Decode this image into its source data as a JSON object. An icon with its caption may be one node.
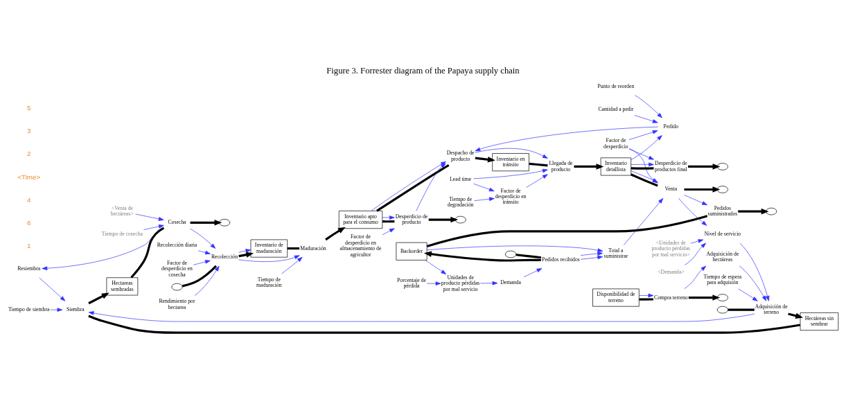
{
  "diagram": {
    "title": "Figure 3. Forrester diagram of the Papaya supply chain",
    "nodes": [
      {
        "text": [
          "Resiembra"
        ]
      },
      {
        "text": [
          "Tiempo de siembra"
        ]
      },
      {
        "text": [],
        "shape": "cloud"
      },
      {
        "text": [
          "Cosecha"
        ]
      },
      {
        "text": [
          "Hectareas sembradas"
        ]
      },
      {
        "text": [
          "Siembra"
        ]
      },
      {
        "text": [
          "Hectáreas sin sembrar"
        ]
      },
      {
        "text": [
          "<Venta de hectáreas>"
        ]
      },
      {
        "text": [
          "Tiempo de cosecha"
        ]
      },
      {
        "text": [
          "Factor de desperdicio en cosecha"
        ]
      },
      {
        "text": [
          "Compra terreno"
        ]
      },
      {
        "text": [],
        "shape": "cloud"
      },
      {
        "text": [
          "Disponibilidad de terreno"
        ]
      },
      {
        "text": [
          "Tiempo de espera para adquisión"
        ]
      },
      {
        "text": [
          "Adquisición de hectáreas"
        ]
      },
      {
        "text": [
          "Adquisición de terreno"
        ]
      },
      {
        "text": [],
        "shape": "cloud"
      },
      {
        "text": [
          "Factor de desperdicio"
        ]
      },
      {
        "text": [
          "Punto de reorden"
        ]
      },
      {
        "text": [
          "Cantidad a pedir"
        ]
      },
      {
        "text": [
          "Pedido"
        ]
      },
      {
        "text": [],
        "shape": "cloud"
      },
      {
        "text": [
          "Desperdicio de productos final"
        ]
      },
      {
        "text": [
          "Nivel de servicio"
        ]
      },
      {
        "text": [
          "<Unidades de producto pérdidas por mal servicio>"
        ]
      },
      {
        "text": [
          "<Demanda>"
        ]
      },
      {
        "text": [],
        "shape": "cloud"
      },
      {
        "text": [
          "Recolección"
        ]
      },
      {
        "text": [
          "Inventario de maduración"
        ]
      },
      {
        "text": [
          "Maduración"
        ]
      },
      {
        "text": [
          "Inventario apto para el consumo"
        ]
      },
      {
        "text": [
          "Despacho de producto"
        ]
      },
      {
        "text": [
          "Inventario en tránsito"
        ]
      },
      {
        "text": [
          "Llegada de producto"
        ]
      },
      {
        "text": [
          "Inventario detallista"
        ]
      },
      {
        "text": [
          "Venta"
        ]
      },
      {
        "text": [],
        "shape": "cloud"
      },
      {
        "text": [
          "Rendimiento por hectarea"
        ]
      },
      {
        "text": [
          "Recolección diaria"
        ]
      },
      {
        "text": [
          "Tiempo de maduración"
        ]
      },
      {
        "text": [
          "Desperdicio de producto"
        ]
      },
      {
        "text": [],
        "shape": "cloud"
      },
      {
        "text": [
          "Factor de desperdicio en almacenamiento de agricultor"
        ]
      },
      {
        "text": [
          "Lead time"
        ]
      },
      {
        "text": [
          "Factor de desperdicio en tránsito"
        ]
      },
      {
        "text": [
          "Tiempo de degradación"
        ]
      },
      {
        "text": [],
        "shape": "cloud"
      },
      {
        "text": [
          "Pedidos suministrados"
        ]
      },
      {
        "text": [
          "Total a suministrar"
        ]
      },
      {
        "text": [
          "Backorder"
        ]
      },
      {
        "text": [
          "Pedidos recibidos"
        ]
      },
      {
        "text": [],
        "shape": "cloud"
      },
      {
        "text": [
          "Unidades de producto pérdidas por mal servicio"
        ]
      },
      {
        "text": [
          "Demanda"
        ]
      },
      {
        "text": [
          "Porcentaje de pérdida"
        ]
      }
    ],
    "edges": [
      {
        "from": 12,
        "to": 10,
        "arrow": "none",
        "style": "thick",
        "color": "#000000"
      },
      {
        "from": 10,
        "to": 11,
        "arrow": "to",
        "style": "thick",
        "color": "#000000"
      },
      {
        "from": 16,
        "to": 15,
        "arrow": "none",
        "style": "thick",
        "color": "#000000"
      },
      {
        "from": 15,
        "to": 6,
        "arrow": "to",
        "style": "thick",
        "color": "#000000"
      },
      {
        "from": 6,
        "to": 5,
        "arrow": "none",
        "style": "thick",
        "color": "#000000"
      },
      {
        "from": 5,
        "to": 4,
        "arrow": "to",
        "style": "thick",
        "color": "#000000"
      },
      {
        "from": 4,
        "to": 3,
        "arrow": "none",
        "style": "thick",
        "color": "#000000"
      },
      {
        "from": 3,
        "to": 2,
        "arrow": "to",
        "style": "thick",
        "color": "#000000"
      },
      {
        "from": 26,
        "to": 27,
        "arrow": "none",
        "style": "thick",
        "color": "#000000"
      },
      {
        "from": 27,
        "to": 28,
        "arrow": "to",
        "style": "thick",
        "color": "#000000"
      },
      {
        "from": 28,
        "to": 29,
        "arrow": "none",
        "style": "thick",
        "color": "#000000"
      },
      {
        "from": 29,
        "to": 30,
        "arrow": "to",
        "style": "thick",
        "color": "#000000"
      },
      {
        "from": 30,
        "to": 31,
        "arrow": "none",
        "style": "thick",
        "color": "#000000"
      },
      {
        "from": 31,
        "to": 32,
        "arrow": "to",
        "style": "thick",
        "color": "#000000"
      },
      {
        "from": 32,
        "to": 33,
        "arrow": "none",
        "style": "thick",
        "color": "#000000"
      },
      {
        "from": 33,
        "to": 34,
        "arrow": "to",
        "style": "thick",
        "color": "#000000"
      },
      {
        "from": 34,
        "to": 35,
        "arrow": "none",
        "style": "thick",
        "color": "#000000"
      },
      {
        "from": 35,
        "to": 36,
        "arrow": "to",
        "style": "thick",
        "color": "#000000"
      },
      {
        "from": 30,
        "to": 40,
        "arrow": "none",
        "style": "thick",
        "color": "#000000"
      },
      {
        "from": 40,
        "to": 41,
        "arrow": "to",
        "style": "thick",
        "color": "#000000"
      },
      {
        "from": 34,
        "to": 22,
        "arrow": "none",
        "style": "thick",
        "color": "#000000"
      },
      {
        "from": 22,
        "to": 21,
        "arrow": "to",
        "style": "thick",
        "color": "#000000"
      },
      {
        "from": 51,
        "to": 50,
        "arrow": "none",
        "style": "thick",
        "color": "#000000"
      },
      {
        "from": 50,
        "to": 49,
        "arrow": "to",
        "style": "thick",
        "color": "#000000"
      },
      {
        "from": 49,
        "to": 47,
        "arrow": "none",
        "style": "thick",
        "color": "#000000"
      },
      {
        "from": 47,
        "to": 46,
        "arrow": "to",
        "style": "thick",
        "color": "#000000"
      },
      {
        "from": 3,
        "to": 0,
        "arrow": "to"
      },
      {
        "from": 0,
        "to": 5,
        "arrow": "to"
      },
      {
        "from": 1,
        "to": 5,
        "arrow": "to"
      },
      {
        "from": 15,
        "to": 5,
        "arrow": "to"
      },
      {
        "from": 7,
        "to": 3,
        "arrow": "to"
      },
      {
        "from": 8,
        "to": 3,
        "arrow": "to"
      },
      {
        "from": 9,
        "to": 27,
        "arrow": "to"
      },
      {
        "from": 3,
        "to": 27,
        "arrow": "to"
      },
      {
        "from": 12,
        "to": 10,
        "arrow": "to"
      },
      {
        "from": 10,
        "to": 14,
        "arrow": "to"
      },
      {
        "from": 13,
        "to": 15,
        "arrow": "to"
      },
      {
        "from": 14,
        "to": 15,
        "arrow": "to"
      },
      {
        "from": 23,
        "to": 15,
        "arrow": "to"
      },
      {
        "from": 17,
        "to": 20,
        "arrow": "to"
      },
      {
        "from": 17,
        "to": 22,
        "arrow": "to"
      },
      {
        "from": 18,
        "to": 20,
        "arrow": "to"
      },
      {
        "from": 19,
        "to": 20,
        "arrow": "to"
      },
      {
        "from": 34,
        "to": 20,
        "arrow": "to"
      },
      {
        "from": 20,
        "to": 31,
        "arrow": "to"
      },
      {
        "from": 30,
        "to": 31,
        "arrow": "to"
      },
      {
        "from": 30,
        "to": 40,
        "arrow": "to"
      },
      {
        "from": 40,
        "to": 31,
        "arrow": "to"
      },
      {
        "from": 42,
        "to": 40,
        "arrow": "to"
      },
      {
        "from": 31,
        "to": 33,
        "arrow": "to"
      },
      {
        "from": 43,
        "to": 33,
        "arrow": "to"
      },
      {
        "from": 43,
        "to": 44,
        "arrow": "to"
      },
      {
        "from": 45,
        "to": 44,
        "arrow": "to"
      },
      {
        "from": 44,
        "to": 33,
        "arrow": "to"
      },
      {
        "from": 34,
        "to": 35,
        "arrow": "to"
      },
      {
        "from": 34,
        "to": 22,
        "arrow": "to"
      },
      {
        "from": 17,
        "to": 35,
        "arrow": "to"
      },
      {
        "from": 35,
        "to": 23,
        "arrow": "to"
      },
      {
        "from": 24,
        "to": 23,
        "arrow": "to"
      },
      {
        "from": 25,
        "to": 23,
        "arrow": "to"
      },
      {
        "from": 35,
        "to": 47,
        "arrow": "to"
      },
      {
        "from": 48,
        "to": 35,
        "arrow": "to"
      },
      {
        "from": 49,
        "to": 48,
        "arrow": "to"
      },
      {
        "from": 50,
        "to": 48,
        "arrow": "to"
      },
      {
        "from": 50,
        "to": 48,
        "arrow": "to"
      },
      {
        "from": 49,
        "to": 52,
        "arrow": "to"
      },
      {
        "from": 52,
        "to": 53,
        "arrow": "to"
      },
      {
        "from": 54,
        "to": 52,
        "arrow": "to"
      },
      {
        "from": 53,
        "to": 50,
        "arrow": "to"
      },
      {
        "from": 38,
        "to": 27,
        "arrow": "to"
      },
      {
        "from": 37,
        "to": 27,
        "arrow": "to"
      },
      {
        "from": 39,
        "to": 29,
        "arrow": "to"
      },
      {
        "from": 27,
        "to": 28,
        "arrow": "to"
      },
      {
        "from": 27,
        "to": 29,
        "arrow": "to"
      }
    ],
    "labels": [
      "1",
      "6",
      "4",
      "<Time>",
      "2",
      "3",
      "5"
    ]
  }
}
